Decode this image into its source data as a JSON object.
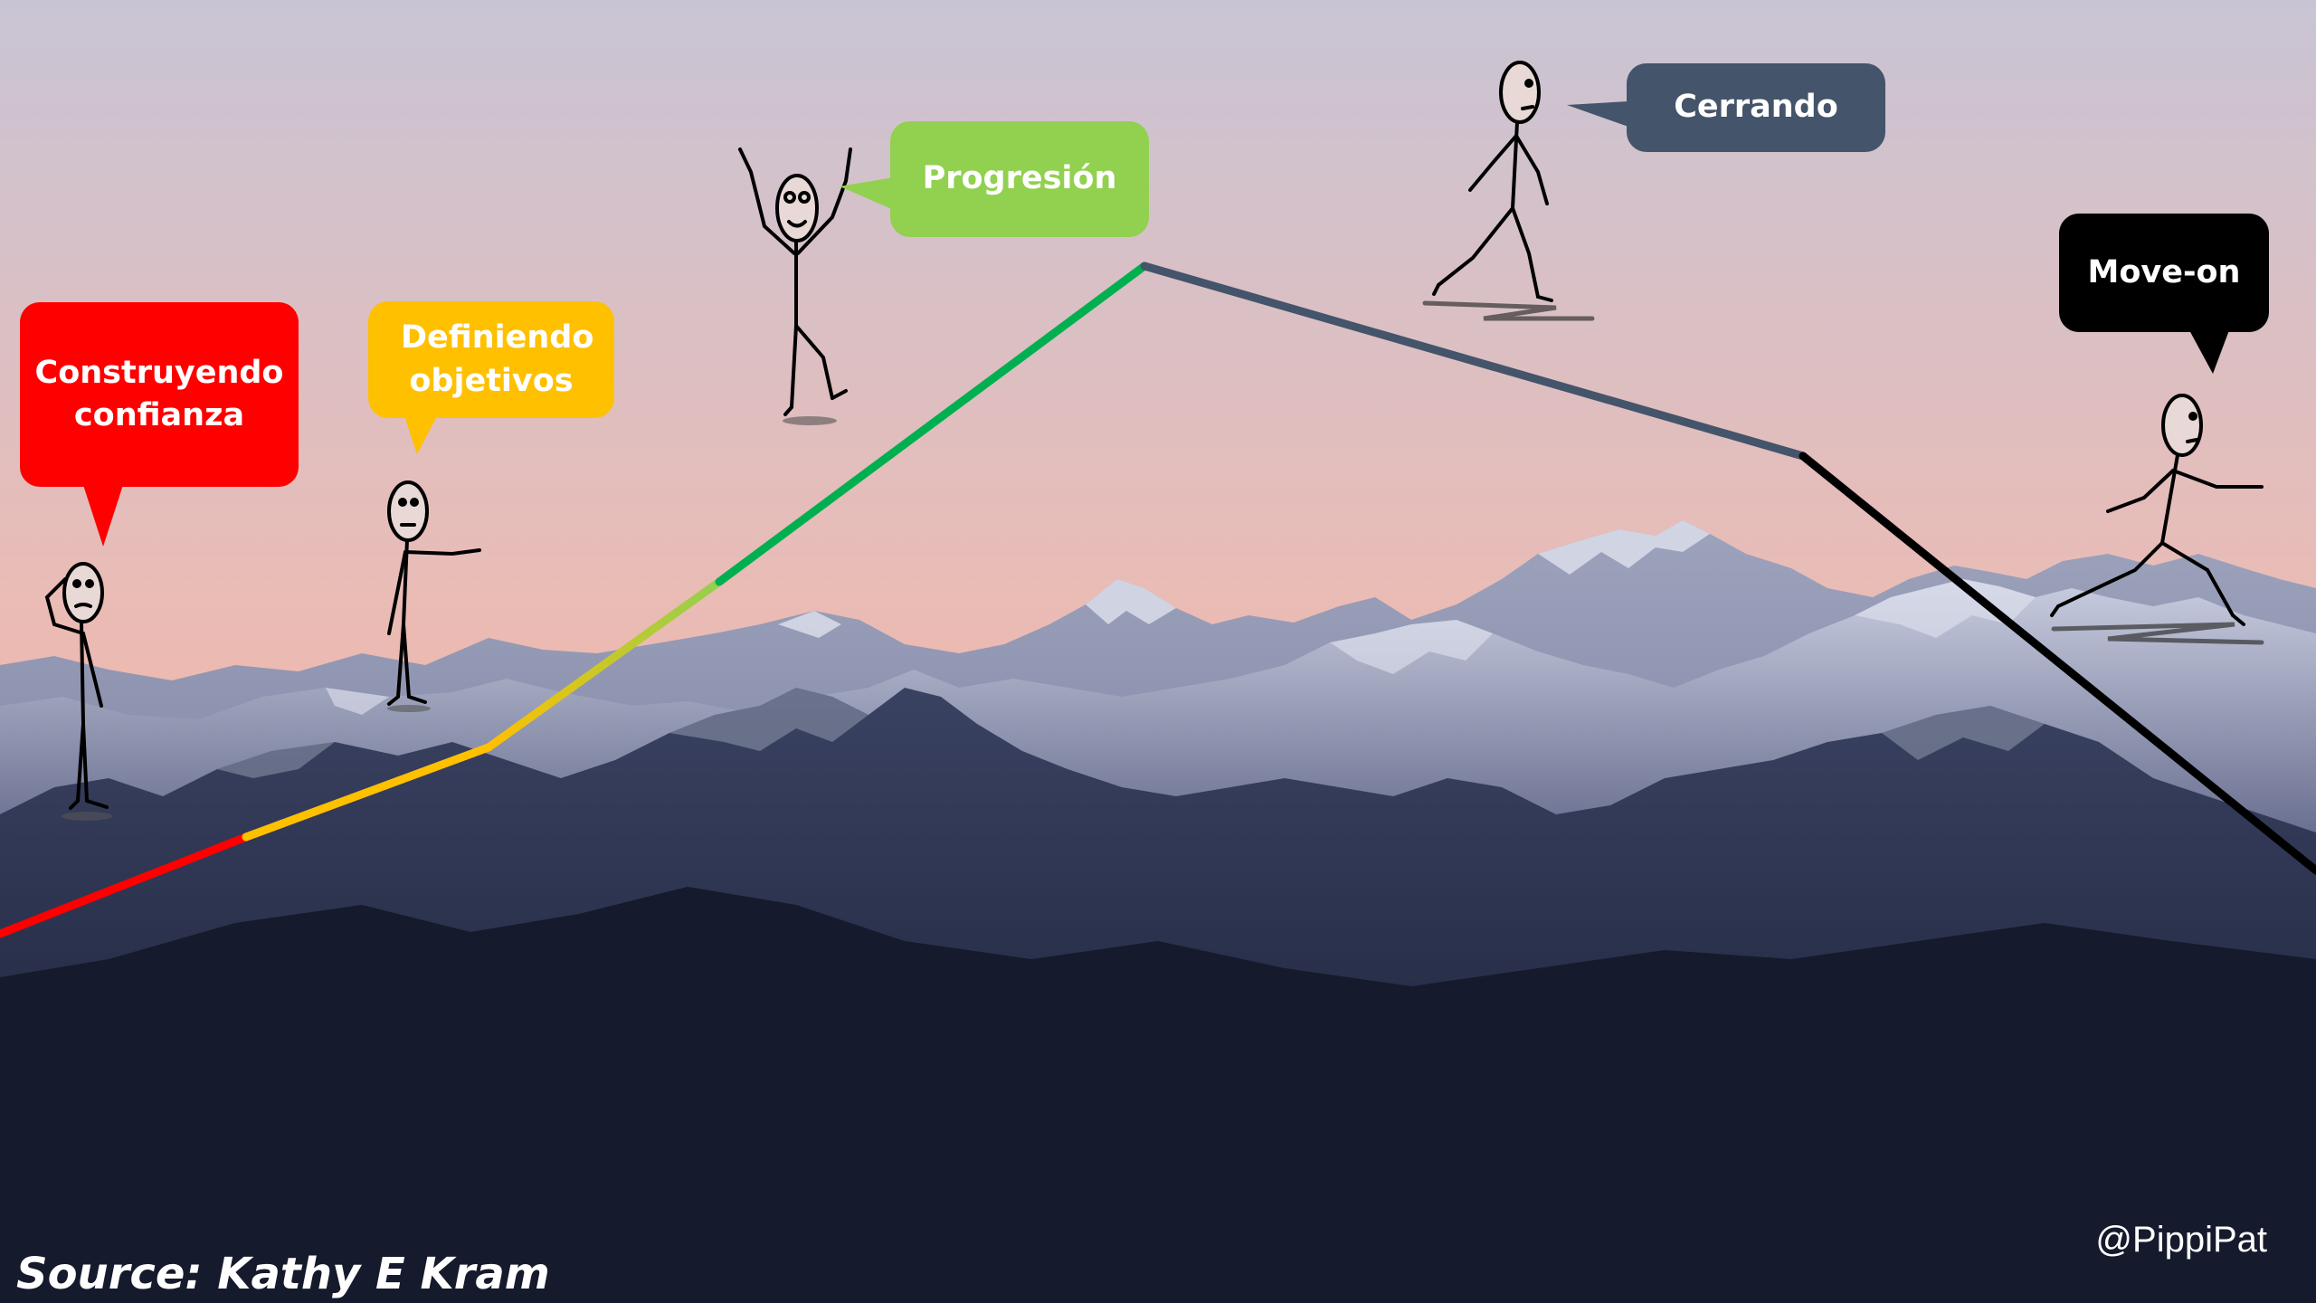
{
  "colors": {
    "sky_top": "#c8c3d3",
    "sky_bottom": "#f0b3a3",
    "mountain_far": "#6a6f8c",
    "mountain_near": "#1f2740",
    "snow": "#dfe3ef",
    "phase_red": "#ff0000",
    "phase_yellow": "#ffc000",
    "phase_green": "#00b050",
    "phase_lightgreen": "#92d050",
    "phase_slate": "#44546a",
    "phase_black": "#000000"
  },
  "phases": [
    {
      "label": "Construyendo confianza",
      "color": "#ff0000"
    },
    {
      "label": "Definiendo objetivos",
      "color": "#ffc000"
    },
    {
      "label": "Progresión",
      "color": "#92d050"
    },
    {
      "label": "Cerrando",
      "color": "#44546a"
    },
    {
      "label": "Move-on",
      "color": "#000000"
    }
  ],
  "credit": "@PippiPat",
  "source": "Source: Kathy E Kram",
  "icons": [
    "stick-figure-saluting",
    "stick-figure-pointing",
    "stick-figure-cheering",
    "stick-figure-walking",
    "stick-figure-running"
  ]
}
